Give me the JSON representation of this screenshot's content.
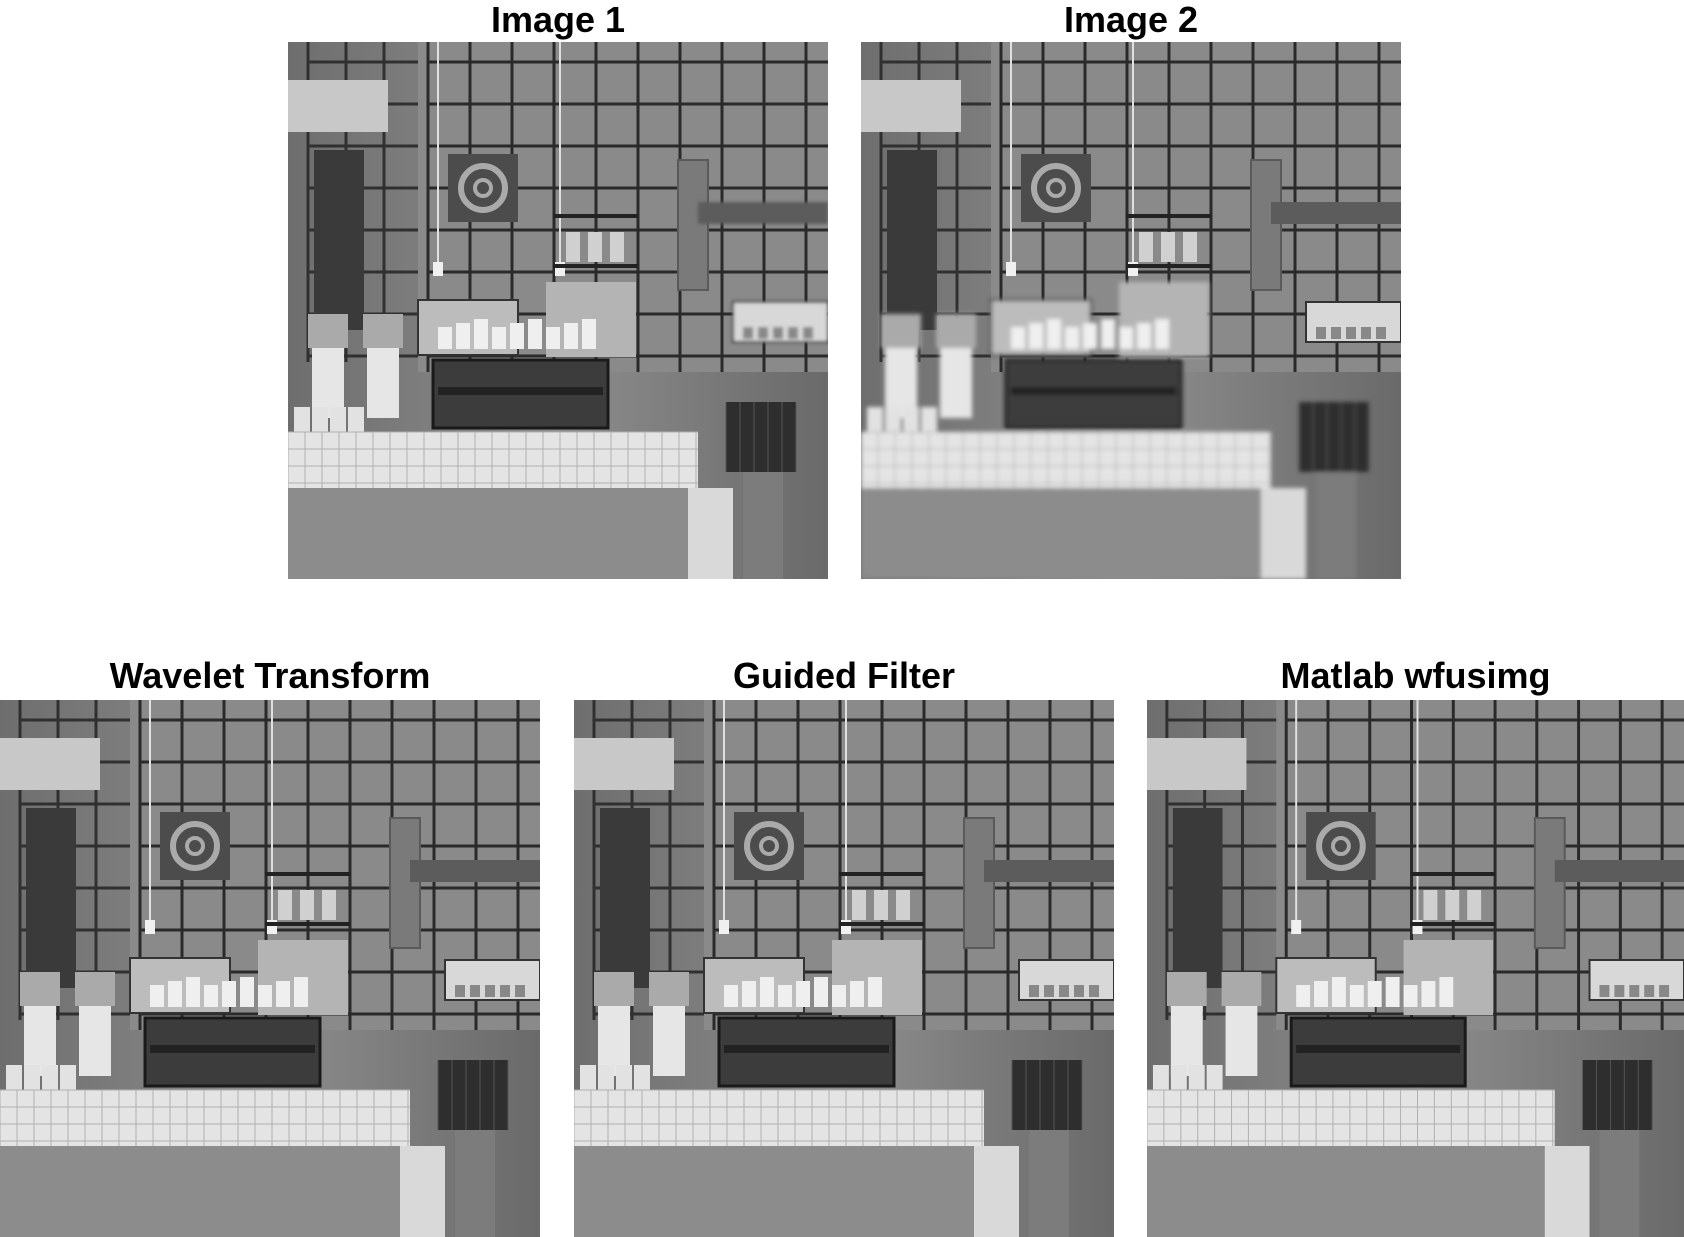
{
  "figure": {
    "panels": [
      {
        "id": "image-1",
        "title": "Image 1",
        "blur_top": 0,
        "blur_bottom": 0,
        "blur_right": 1.6
      },
      {
        "id": "image-2",
        "title": "Image 2",
        "blur_top": 0,
        "blur_bottom": 2.2,
        "blur_right": 0
      },
      {
        "id": "wavelet-transform",
        "title": "Wavelet Transform",
        "blur_top": 0,
        "blur_bottom": 0,
        "blur_right": 0
      },
      {
        "id": "guided-filter",
        "title": "Guided Filter",
        "blur_top": 0,
        "blur_bottom": 0,
        "blur_right": 0
      },
      {
        "id": "matlab-wfusimg",
        "title": "Matlab wfusimg",
        "blur_top": 0,
        "blur_bottom": 0,
        "blur_right": 0
      }
    ]
  }
}
